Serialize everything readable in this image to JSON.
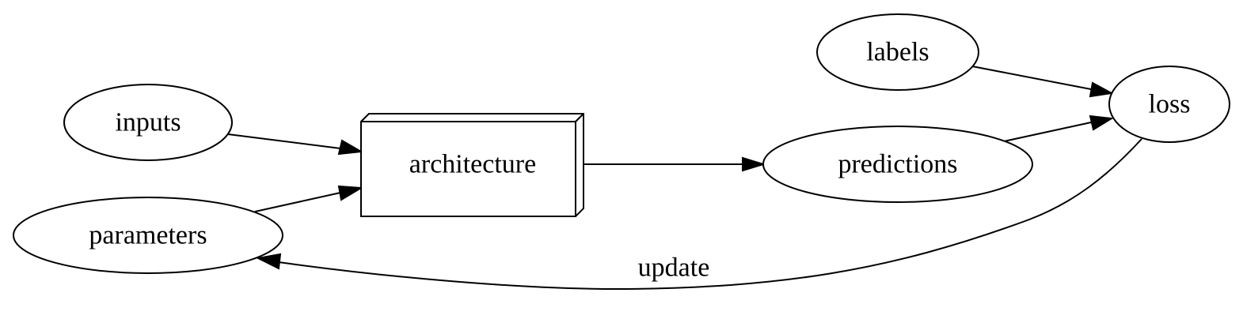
{
  "diagram": {
    "nodes": {
      "inputs": {
        "label": "inputs",
        "shape": "ellipse"
      },
      "parameters": {
        "label": "parameters",
        "shape": "ellipse"
      },
      "architecture": {
        "label": "architecture",
        "shape": "box3d"
      },
      "predictions": {
        "label": "predictions",
        "shape": "ellipse"
      },
      "labels": {
        "label": "labels",
        "shape": "ellipse"
      },
      "loss": {
        "label": "loss",
        "shape": "ellipse"
      }
    },
    "edges": [
      {
        "from": "inputs",
        "to": "architecture",
        "label": ""
      },
      {
        "from": "parameters",
        "to": "architecture",
        "label": ""
      },
      {
        "from": "architecture",
        "to": "predictions",
        "label": ""
      },
      {
        "from": "labels",
        "to": "loss",
        "label": ""
      },
      {
        "from": "predictions",
        "to": "loss",
        "label": ""
      },
      {
        "from": "loss",
        "to": "parameters",
        "label": "update"
      }
    ],
    "colors": {
      "stroke": "#000000",
      "fill": "#ffffff"
    }
  }
}
